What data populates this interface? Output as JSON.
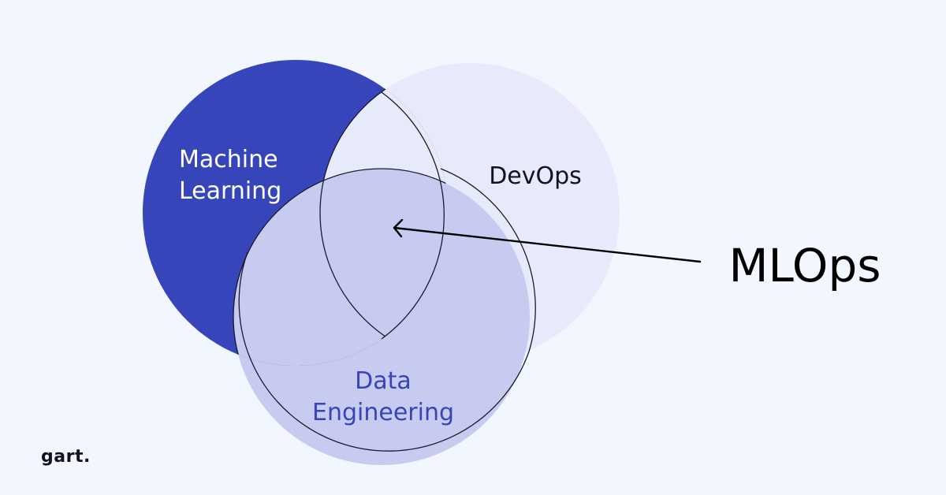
{
  "diagram": {
    "sets": {
      "machine_learning": {
        "line1": "Machine",
        "line2": "Learning"
      },
      "devops": {
        "label": "DevOps"
      },
      "data_engineering": {
        "line1": "Data",
        "line2": "Engineering"
      }
    },
    "intersection": {
      "label": "MLOps"
    }
  },
  "logo": {
    "text": "gart."
  },
  "colors": {
    "background": "#f2f6fe",
    "machine_learning_fill": "#3645ba",
    "devops_fill": "#e6eafb",
    "data_engineering_fill": "#c7cbef",
    "lens_fill": "#e6eafb",
    "outline": "#1a1a2e",
    "data_engineering_text": "#3645ba",
    "dark_text": "#111122"
  }
}
